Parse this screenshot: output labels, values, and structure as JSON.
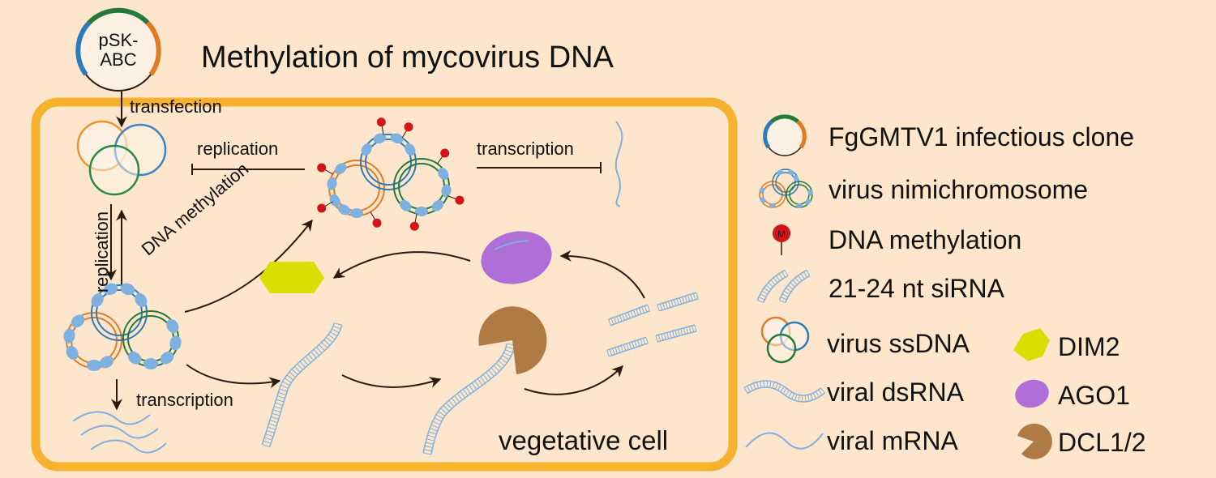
{
  "title": "Methylation of mycovirus DNA",
  "plasmid": {
    "line1": "pSK-",
    "line2": "ABC"
  },
  "diagram": {
    "steps": {
      "transfection": "transfection",
      "replication_top": "replication",
      "replication_side": "replication",
      "transcription_top": "transcription",
      "dna_methylation": "DNA methylation",
      "transcription_bottom": "transcription"
    },
    "cell_label": "vegetative cell",
    "methyl_mark": "M"
  },
  "legend": {
    "items": [
      {
        "icon": "plasmid-icon",
        "label": "FgGMTV1 infectious clone"
      },
      {
        "icon": "minichromosome-icon",
        "label": "virus nimichromosome"
      },
      {
        "icon": "methylation-pin-icon",
        "label": "DNA methylation"
      },
      {
        "icon": "sirna-icon",
        "label": "21-24 nt siRNA"
      },
      {
        "icon": "ssdna-circles-icon",
        "label": "virus ssDNA"
      },
      {
        "icon": "dsrna-icon",
        "label": "viral dsRNA"
      },
      {
        "icon": "mrna-icon",
        "label": "viral mRNA"
      },
      {
        "icon": "dim2-hexagon-icon",
        "label": "DIM2"
      },
      {
        "icon": "ago1-ellipse-icon",
        "label": "AGO1"
      },
      {
        "icon": "dcl-pacman-icon",
        "label": "DCL1/2"
      }
    ]
  },
  "colors": {
    "background": "#fde6cb",
    "cell_border": "#f6b12e",
    "orange_strand": "#e07b25",
    "blue_strand": "#2d7bb8",
    "green_strand": "#237a3a",
    "histone": "#7fb1e0",
    "methyl": "#d4141a",
    "rna": "#7fb1e0",
    "dim2": "#d9e000",
    "ago1": "#b06fd8",
    "dcl": "#b07a45",
    "arrow": "#2a1a10"
  }
}
